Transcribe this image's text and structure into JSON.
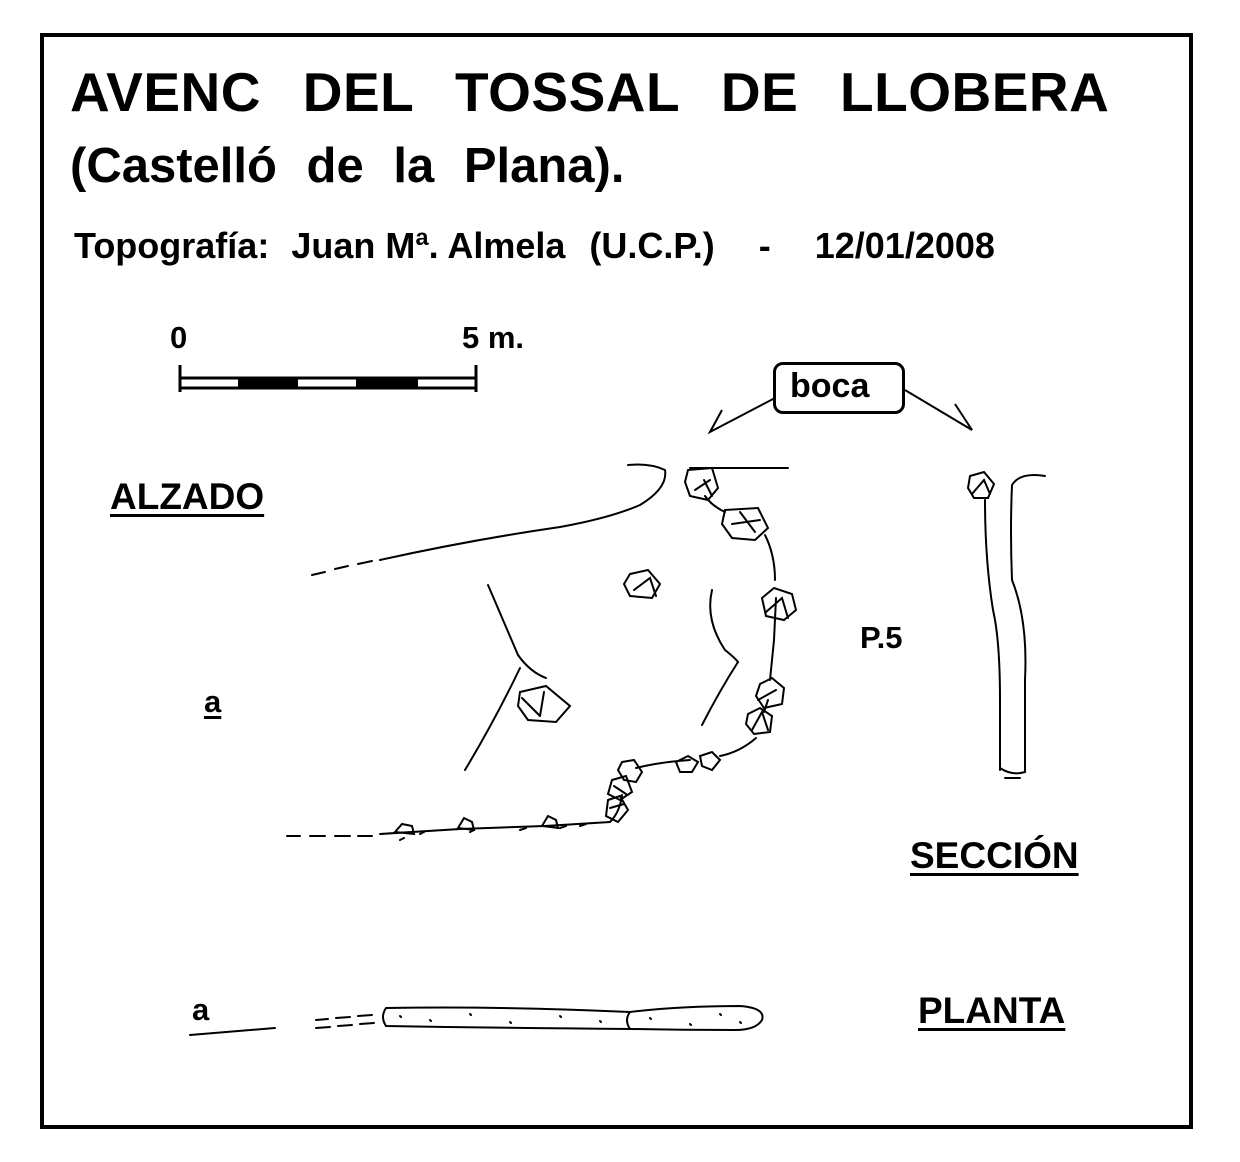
{
  "title_line1": "AVENC DEL TOSSAL DE LLOBERA",
  "title_line2": "(Castelló de la Plana).",
  "credits": {
    "label": "Topografía:",
    "author": "Juan Mª. Almela",
    "group": "(U.C.P.)",
    "separator": "-",
    "date": "12/01/2008"
  },
  "scale": {
    "start": "0",
    "end": "5 m."
  },
  "labels": {
    "entrance": "boca",
    "elevation": "ALZADO",
    "section": "SECCIÓN",
    "plan": "PLANTA",
    "depth": "P.5",
    "profile_a_elevation": "a",
    "profile_a_plan": "a"
  }
}
